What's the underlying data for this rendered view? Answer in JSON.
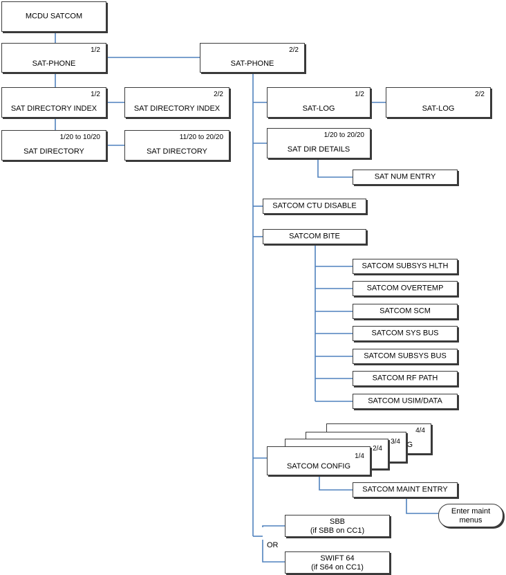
{
  "nodes": {
    "mcdu_satcom": {
      "label": "MCDU SATCOM"
    },
    "sat_phone_1": {
      "label": "SAT-PHONE",
      "page": "1/2"
    },
    "sat_phone_2": {
      "label": "SAT-PHONE",
      "page": "2/2"
    },
    "sat_dir_index_1": {
      "label": "SAT DIRECTORY INDEX",
      "page": "1/2"
    },
    "sat_dir_index_2": {
      "label": "SAT DIRECTORY INDEX",
      "page": "2/2"
    },
    "sat_directory_1": {
      "label": "SAT DIRECTORY",
      "page": "1/20 to 10/20"
    },
    "sat_directory_2": {
      "label": "SAT DIRECTORY",
      "page": "11/20 to 20/20"
    },
    "sat_log_1": {
      "label": "SAT-LOG",
      "page": "1/2"
    },
    "sat_log_2": {
      "label": "SAT-LOG",
      "page": "2/2"
    },
    "sat_dir_details": {
      "label": "SAT DIR DETAILS",
      "page": "1/20 to 20/20"
    },
    "sat_num_entry": {
      "label": "SAT NUM ENTRY"
    },
    "satcom_ctu_disable": {
      "label": "SATCOM CTU DISABLE"
    },
    "satcom_bite": {
      "label": "SATCOM BITE"
    },
    "subsys_hlth": {
      "label": "SATCOM SUBSYS HLTH"
    },
    "overtemp": {
      "label": "SATCOM OVERTEMP"
    },
    "scm": {
      "label": "SATCOM SCM"
    },
    "sys_bus": {
      "label": "SATCOM SYS BUS"
    },
    "subsys_bus": {
      "label": "SATCOM SUBSYS BUS"
    },
    "rf_path": {
      "label": "SATCOM RF PATH"
    },
    "usim_data": {
      "label": "SATCOM USIM/DATA"
    },
    "satcom_config_4": {
      "label": "G",
      "page": "4/4"
    },
    "satcom_config_3": {
      "page": "3/4"
    },
    "satcom_config_2": {
      "page": "2/4"
    },
    "satcom_config_1": {
      "label": "SATCOM CONFIG",
      "page": "1/4"
    },
    "satcom_maint_entry": {
      "label": "SATCOM MAINT ENTRY"
    },
    "enter_maint_menus": {
      "line1": "Enter maint",
      "line2": "menus"
    },
    "sbb": {
      "line1": "SBB",
      "line2": "(if SBB on CC1)"
    },
    "swift64": {
      "line1": "SWIFT 64",
      "line2": "(if S64 on CC1)"
    }
  },
  "or_label": "OR",
  "colors": {
    "connector": "#4f81bd",
    "box_border": "#3a3a3a",
    "background": "#ffffff"
  }
}
